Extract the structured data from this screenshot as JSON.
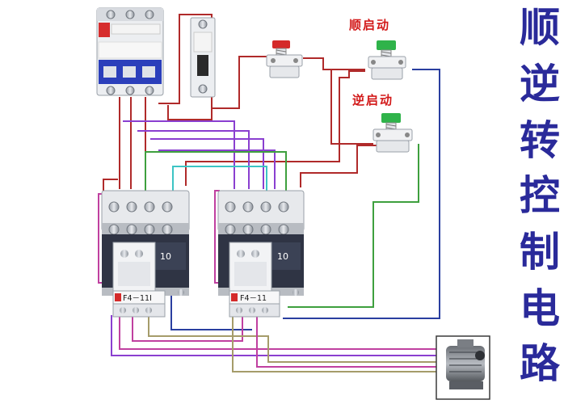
{
  "title": [
    "顺",
    "逆",
    "转",
    "控",
    "制",
    "电",
    "路"
  ],
  "labels": {
    "forward_start": "顺启动",
    "reverse_start": "逆启动"
  },
  "contactor_left": {
    "aux_label": "10",
    "model_label": "F4－11I"
  },
  "contactor_right": {
    "aux_label": "10",
    "model_label": "F4－11"
  },
  "colors": {
    "wire_red": "#b02a2a",
    "wire_purple": "#8a3fd0",
    "wire_green": "#3ea03e",
    "wire_cyan": "#3cc4c4",
    "wire_blue": "#2a3fa0",
    "wire_tan": "#a59c6a",
    "wire_magenta": "#c040a0",
    "title": "#2a2a9a",
    "label": "#d21818",
    "contactor_body": "#2f3444",
    "button_green": "#2fb34a",
    "button_red": "#d42a2a"
  }
}
